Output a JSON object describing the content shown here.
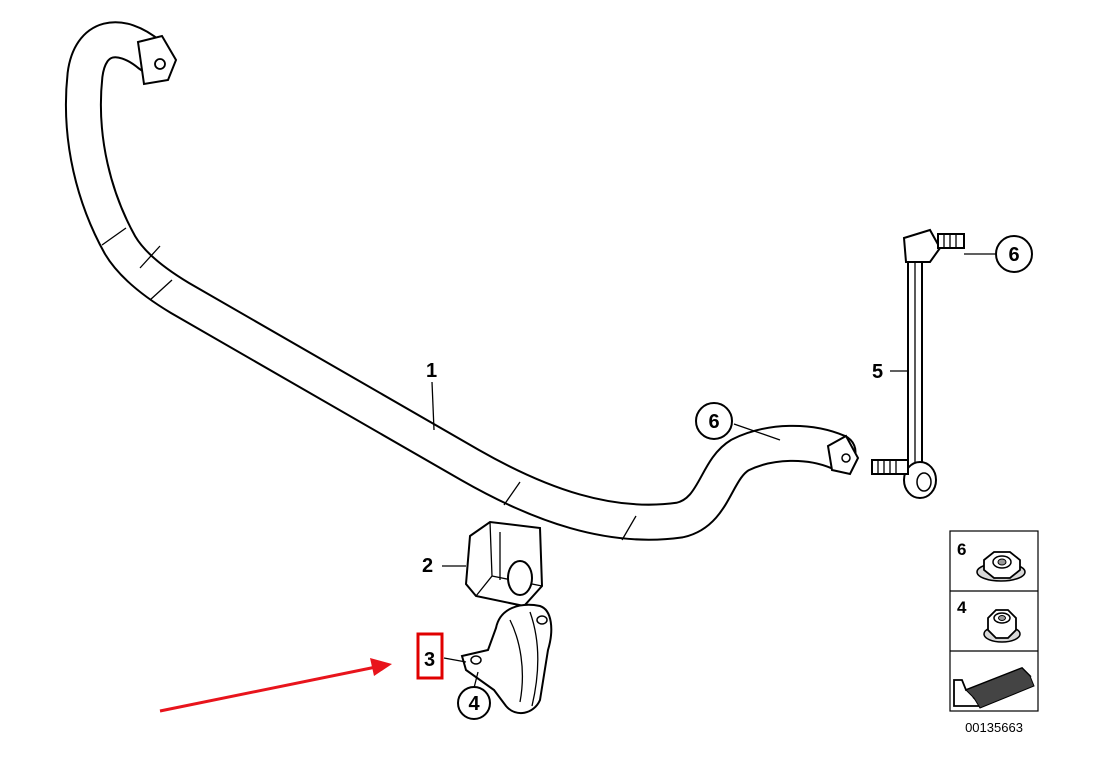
{
  "diagram": {
    "callouts": {
      "p1": "1",
      "p2": "2",
      "p3": "3",
      "p4": "4",
      "p5": "5",
      "p6_bar": "6",
      "p6_link": "6"
    },
    "legend": {
      "nut_a_number": "6",
      "nut_b_number": "4"
    },
    "diagram_code": "00135663",
    "highlight_color": "#e00000",
    "arrow_color": "#e8141c"
  }
}
